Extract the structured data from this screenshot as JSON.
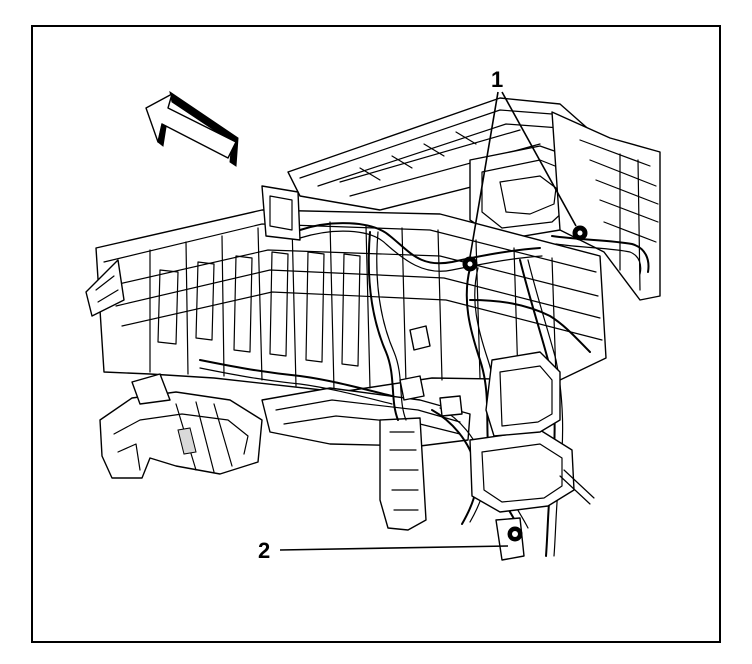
{
  "callouts": [
    {
      "id": "1",
      "label": "1"
    },
    {
      "id": "2",
      "label": "2"
    }
  ],
  "colors": {
    "line": "#000000",
    "background": "#ffffff",
    "shade": "#d9d9d9"
  },
  "icons": {
    "direction_arrow": "front-direction-arrow-icon"
  }
}
